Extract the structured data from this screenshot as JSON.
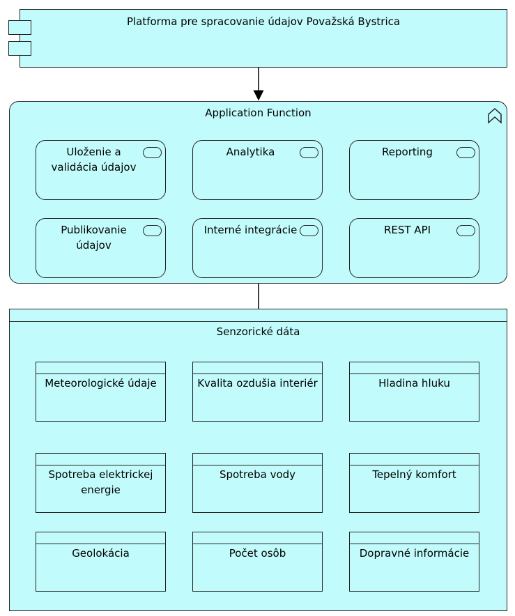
{
  "component": {
    "label": "Platforma pre spracovanie údajov Považská Bystrica"
  },
  "app_group": {
    "label": "Application Function",
    "functions": [
      {
        "label": "Uloženie a validácia údajov"
      },
      {
        "label": "Analytika"
      },
      {
        "label": "Reporting"
      },
      {
        "label": "Publikovanie údajov"
      },
      {
        "label": "Interné integrácie"
      },
      {
        "label": "REST API"
      }
    ]
  },
  "data_group": {
    "label": "Senzorické dáta",
    "objects": [
      {
        "label": "Meteorologické údaje"
      },
      {
        "label": "Kvalita ozdušia interiér"
      },
      {
        "label": "Hladina hluku"
      },
      {
        "label": "Spotreba elektrickej energie"
      },
      {
        "label": "Spotreba vody"
      },
      {
        "label": "Tepelný komfort"
      },
      {
        "label": "Geolokácia"
      },
      {
        "label": "Počet osôb"
      },
      {
        "label": "Dopravné informácie"
      }
    ]
  }
}
